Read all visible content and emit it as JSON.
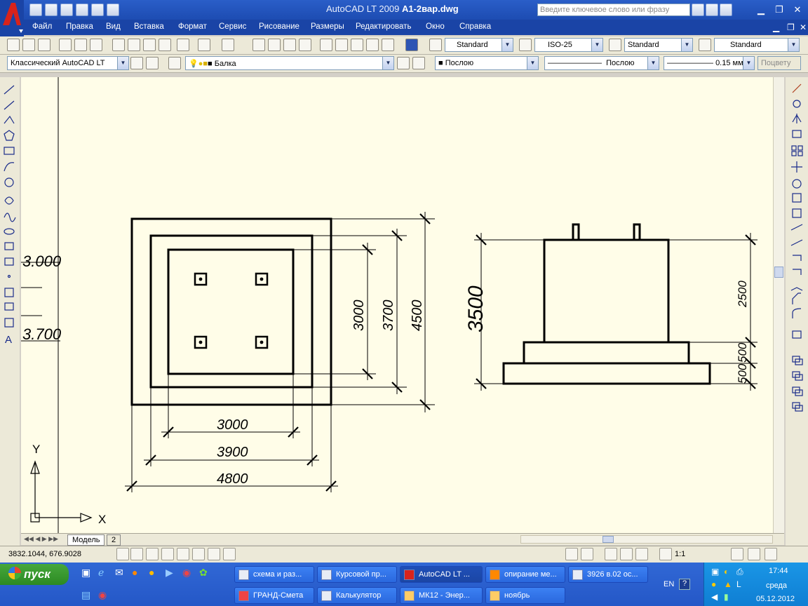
{
  "app": {
    "title_app": "AutoCAD LT 2009",
    "title_file": "A1-2вар.dwg",
    "search_placeholder": "Введите ключевое слово или фразу"
  },
  "menu": [
    "Файл",
    "Правка",
    "Вид",
    "Вставка",
    "Формат",
    "Сервис",
    "Рисование",
    "Размеры",
    "Редактировать",
    "Окно",
    "Справка"
  ],
  "styles": {
    "text_style": "Standard",
    "dim_style": "ISO-25",
    "table_style": "Standard",
    "mleader_style": "Standard"
  },
  "workspace": "Классический AutoCAD LT",
  "layer": "Балка",
  "props": {
    "color": "Послою",
    "linetype": "Послою",
    "lineweight": "0.15 мм",
    "plotstyle": "Поцвету"
  },
  "canvas_labels": {
    "top_left": "3.000",
    "mid_left": "3.700"
  },
  "drawing": {
    "plan_dims": {
      "right_inner": "3000",
      "right_mid": "3700",
      "right_outer": "4500",
      "bottom_inner": "3000",
      "bottom_mid": "3900",
      "bottom_outer": "4800"
    },
    "elevation_dims": {
      "total": "3500",
      "upper": "2500",
      "mid": "500",
      "low": "500"
    }
  },
  "ucs": {
    "x": "X",
    "y": "Y"
  },
  "tabs": {
    "model": "Модель",
    "layout2": "2"
  },
  "status": {
    "coords": "3832.1044, 676.9028",
    "scale": "1:1"
  },
  "taskbar": {
    "start": "пуск",
    "row1": [
      "схема и раз...",
      "Курсовой пр...",
      "AutoCAD LT ...",
      "опирание ме...",
      "3926 в.02 ос..."
    ],
    "row2": [
      "ГРАНД-Смета",
      "Калькулятор",
      "МК12 - Энер...",
      "ноябрь"
    ],
    "lang": "EN",
    "time": "17:44",
    "day": "среда",
    "date": "05.12.2012"
  },
  "colors": {
    "titlebar": "#1d4cb2",
    "canvas": "#fffde8",
    "taskbar": "#2457c7"
  }
}
